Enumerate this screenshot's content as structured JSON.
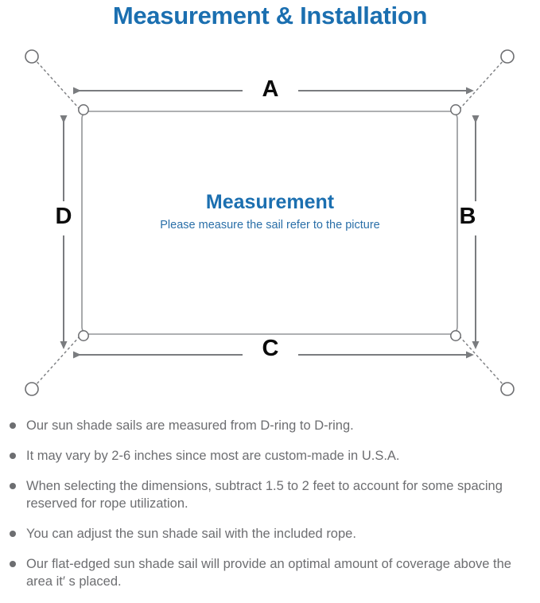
{
  "page": {
    "title": "Measurement & Installation",
    "title_color": "#1b6fb0",
    "background": "#ffffff"
  },
  "diagram": {
    "name": "sun-shade-sail-measurement-diagram",
    "center_title": "Measurement",
    "center_subtitle": "Please measure the sail refer to the picture",
    "center_text_color": "#1b6fb0",
    "line_color": "#808285",
    "sail_border_color": "#939598",
    "dimension_labels": [
      {
        "id": "a",
        "label": "A",
        "edge": "top",
        "orientation": "horizontal"
      },
      {
        "id": "b",
        "label": "B",
        "edge": "right",
        "orientation": "vertical"
      },
      {
        "id": "c",
        "label": "C",
        "edge": "bottom",
        "orientation": "horizontal"
      },
      {
        "id": "d",
        "label": "D",
        "edge": "left",
        "orientation": "vertical"
      }
    ],
    "anchor_points": [
      {
        "id": "top-left",
        "shape": "circle"
      },
      {
        "id": "top-right",
        "shape": "circle"
      },
      {
        "id": "bottom-left",
        "shape": "circle"
      },
      {
        "id": "bottom-right",
        "shape": "circle"
      }
    ],
    "d_rings": [
      {
        "id": "sail-corner-top-left"
      },
      {
        "id": "sail-corner-top-right"
      },
      {
        "id": "sail-corner-bottom-left"
      },
      {
        "id": "sail-corner-bottom-right"
      }
    ],
    "rope_line_style": "dotted"
  },
  "notes": {
    "bullet_color": "#6d6e71",
    "items": [
      "Our sun shade sails are measured from D-ring to D-ring.",
      "It may vary by 2-6 inches since most are custom-made in U.S.A.",
      "When selecting the dimensions, subtract 1.5 to 2 feet to account for some spacing reserved for rope utilization.",
      "You can adjust the sun shade sail with the included rope.",
      "Our flat-edged sun shade sail will provide an optimal amount of coverage above the area it′ s placed."
    ]
  }
}
